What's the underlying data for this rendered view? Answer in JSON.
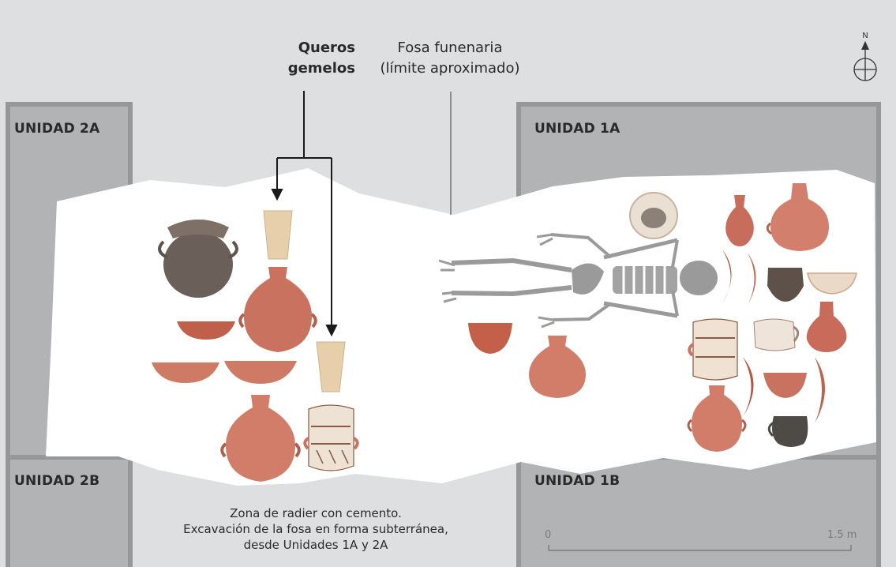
{
  "units": {
    "unit_2a": "UNIDAD 2A",
    "unit_2b": "UNIDAD 2B",
    "unit_1a": "UNIDAD 1A",
    "unit_1b": "UNIDAD 1B"
  },
  "annotations": {
    "paired_keros": [
      "Queros",
      "gemelos"
    ],
    "burial_pit": [
      "Fosa funenaria",
      "(límite aproximado)"
    ],
    "cement_note": [
      "Zona de radier con cemento.",
      "Excavación de la fosa en forma subterránea,",
      "desde Unidades 1A y 2A"
    ]
  },
  "compass": {
    "north": "N"
  },
  "scale_bar": {
    "start": "0",
    "end": "1.5 m"
  },
  "colors": {
    "background": "#dedfe0",
    "unit_fill": "#b2b3b5",
    "unit_border": "#969799",
    "burial_pit": "#ffffff",
    "skeleton": "#9a9a9a",
    "terracotta": "#c9725f",
    "dark_ware": "#5b5149",
    "cream_ware": "#e3c9a6"
  },
  "artifacts": {
    "zone_2a": [
      "large-jar-icon",
      "kero-icon",
      "aribalo-icon",
      "bowl-icon",
      "plate-icon",
      "plate-icon",
      "kero-icon",
      "aribalo-icon",
      "decorated-jar-icon"
    ],
    "zone_1a": [
      "bowl-icon",
      "pitcher-icon",
      "large-jar-icon",
      "plate-icon",
      "aribalo-icon",
      "decorated-jar-icon",
      "pitcher-icon",
      "pitcher-icon",
      "bowl-icon",
      "aribalo-icon",
      "dark-jar-icon"
    ],
    "central": [
      "skeleton-icon",
      "bowl-icon"
    ]
  }
}
